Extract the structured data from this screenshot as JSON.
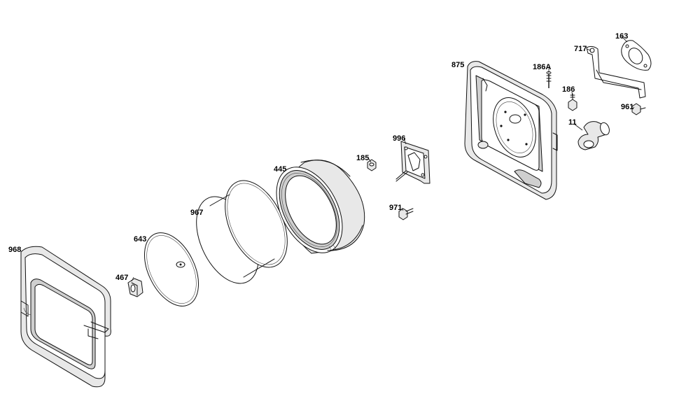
{
  "parts": [
    {
      "id": "968",
      "label": "968"
    },
    {
      "id": "467",
      "label": "467"
    },
    {
      "id": "643",
      "label": "643"
    },
    {
      "id": "967",
      "label": "967"
    },
    {
      "id": "445",
      "label": "445"
    },
    {
      "id": "185",
      "label": "185"
    },
    {
      "id": "971",
      "label": "971"
    },
    {
      "id": "996",
      "label": "996"
    },
    {
      "id": "875",
      "label": "875"
    },
    {
      "id": "186A",
      "label": "186A"
    },
    {
      "id": "186",
      "label": "186"
    },
    {
      "id": "717",
      "label": "717"
    },
    {
      "id": "163",
      "label": "163"
    },
    {
      "id": "11",
      "label": "11"
    },
    {
      "id": "961",
      "label": "961"
    }
  ]
}
